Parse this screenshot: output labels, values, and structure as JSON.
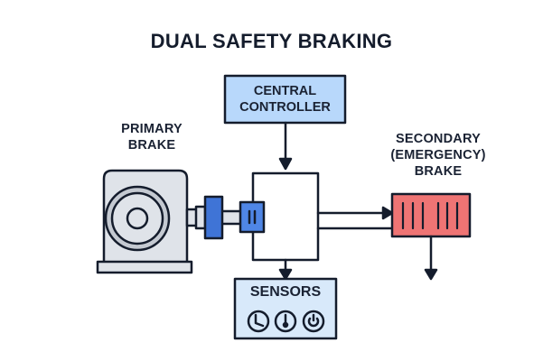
{
  "title": "DUAL SAFETY BRAKING",
  "labels": {
    "primary_brake": [
      "PRIMARY",
      "BRAKE"
    ],
    "secondary_brake": [
      "SECONDARY",
      "(EMERGENCY)",
      "BRAKE"
    ],
    "central_controller": [
      "CENTRAL",
      "CONTROLLER"
    ],
    "sensors": "SENSORS"
  },
  "sensor_icons": [
    "clock-icon",
    "thermometer-icon",
    "power-icon"
  ],
  "colors": {
    "ink": "#141c2c",
    "controller_fill": "#b8d8fb",
    "sensors_fill": "#d8e9fa",
    "motor_fill": "#dfe3e9",
    "motor_ring": "#c4c9d1",
    "coupling_blue": "#3f74d6",
    "caliper_blue": "#4f86e6",
    "emergency_red": "#ee7474"
  }
}
